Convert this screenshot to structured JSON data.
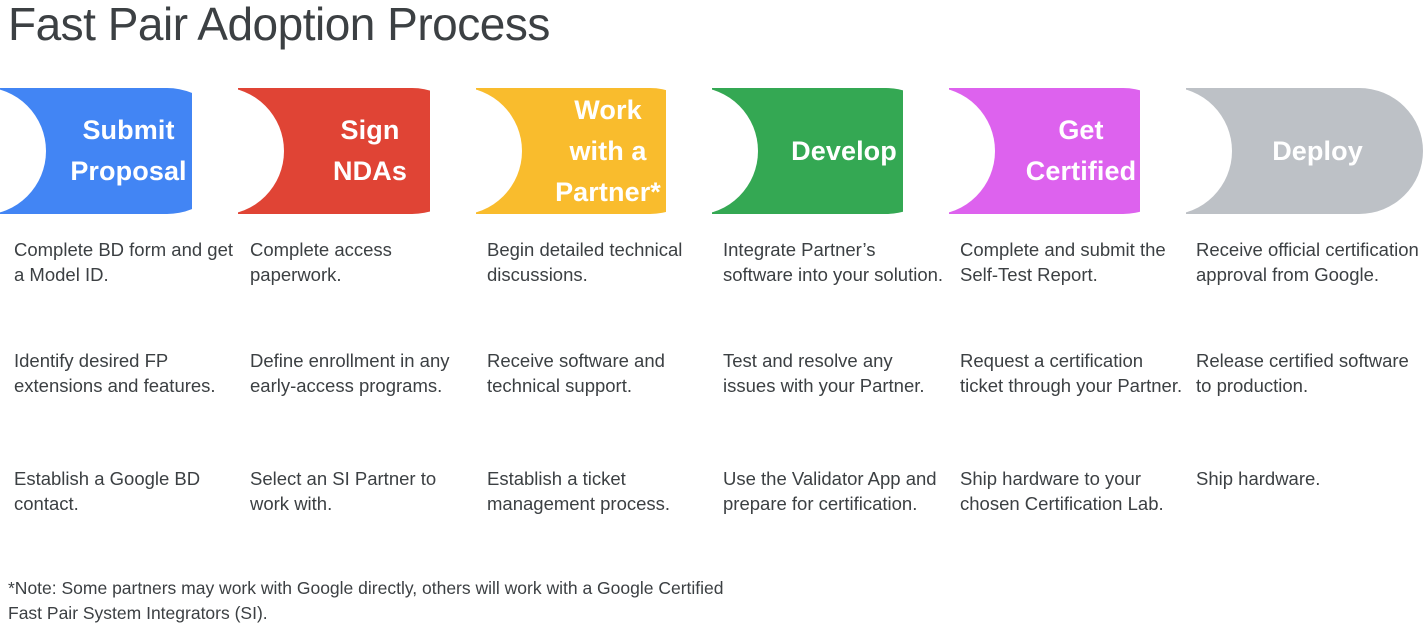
{
  "page": {
    "title": "Fast Pair Adoption Process",
    "title_color": "#3c4043",
    "background": "#ffffff"
  },
  "banner": {
    "steps": [
      {
        "label": "Submit\nProposal",
        "color": "#4285f4",
        "name": "submit-proposal"
      },
      {
        "label": "Sign\nNDAs",
        "color": "#e04435",
        "name": "sign-ndas"
      },
      {
        "label": "Work\nwith a\nPartner*",
        "color": "#f9bc2d",
        "name": "work-with-a-partner"
      },
      {
        "label": "Develop",
        "color": "#34a853",
        "name": "develop"
      },
      {
        "label": "Get\nCertified",
        "color": "#dd62ee",
        "name": "get-certified"
      },
      {
        "label": "Deploy",
        "color": "#bdc1c6",
        "name": "deploy"
      }
    ]
  },
  "columns": [
    {
      "step": "Submit Proposal",
      "bullets": [
        "Complete BD form and get a Model ID.",
        "Identify desired FP extensions and features.",
        "Establish a Google BD contact."
      ]
    },
    {
      "step": "Sign NDAs",
      "bullets": [
        "Complete access paperwork.",
        "Define enrollment in any early-access programs.",
        "Select an SI Partner to work with."
      ]
    },
    {
      "step": "Work with a Partner",
      "bullets": [
        "Begin detailed technical discussions.",
        "Receive software and technical support.",
        "Establish a ticket management process."
      ]
    },
    {
      "step": "Develop",
      "bullets": [
        "Integrate Partner’s software into your solution.",
        "Test and resolve any issues with your Partner.",
        "Use the Validator App and prepare for certification."
      ]
    },
    {
      "step": "Get Certified",
      "bullets": [
        "Complete and submit the Self-Test Report.",
        "Request a certification ticket through your Partner.",
        "Ship hardware to your chosen Certification Lab."
      ]
    },
    {
      "step": "Deploy",
      "bullets": [
        "Receive official certification approval from Google.",
        "Release certified software to production.",
        "Ship hardware."
      ]
    }
  ],
  "footnote": "*Note: Some partners may work with Google directly, others will work with a Google Certified Fast Pair System Integrators (SI)."
}
